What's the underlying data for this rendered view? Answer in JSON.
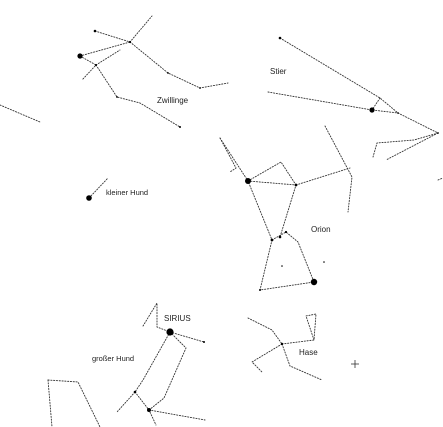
{
  "colors": {
    "background": "#ffffff",
    "lines": "#333333",
    "stars": "#000000",
    "labels": "#222222"
  },
  "labels": {
    "zwillinge": "Zwillinge",
    "stier": "Stier",
    "kleiner_hund": "kleiner Hund",
    "orion": "Orion",
    "sirius": "SIRIUS",
    "grosser_hund": "großer Hund",
    "hase": "Hase"
  }
}
